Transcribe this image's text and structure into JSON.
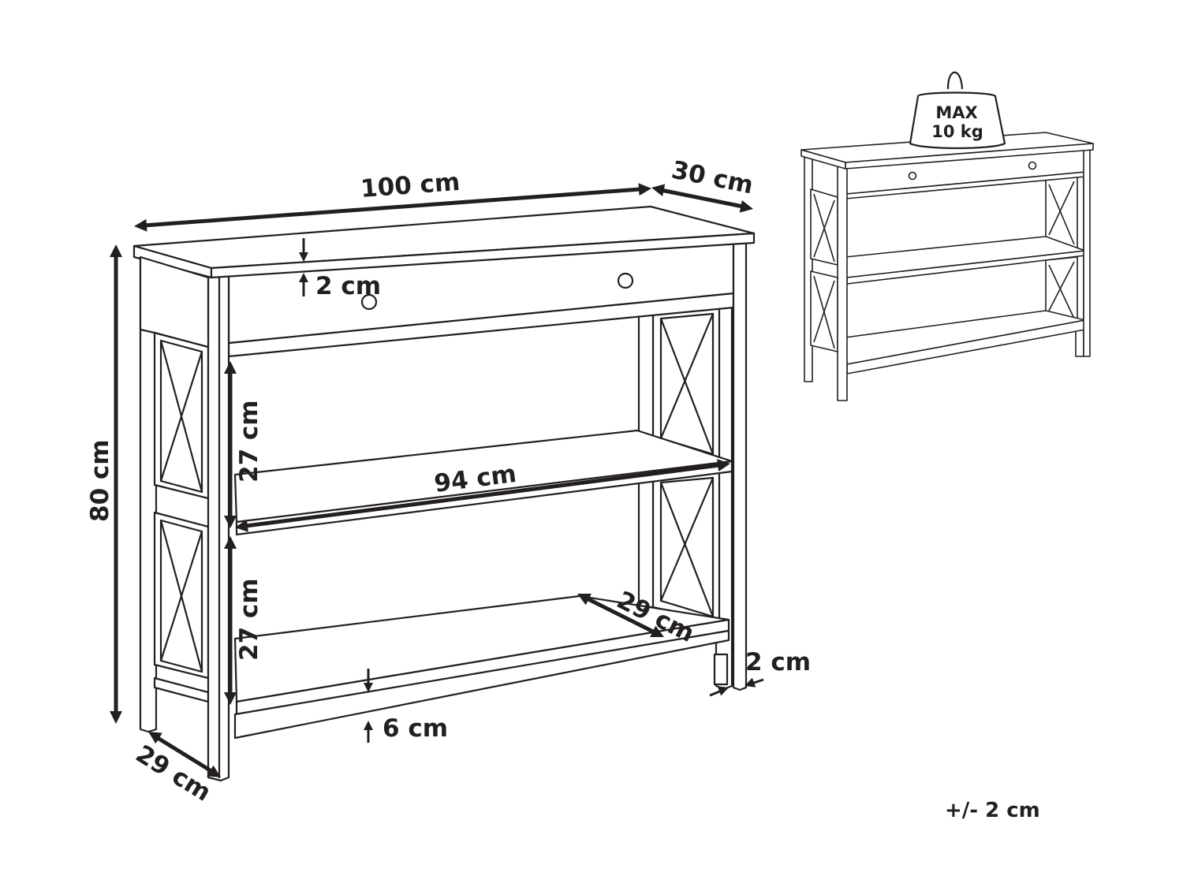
{
  "dimensions": {
    "width": "100 cm",
    "depth_top": "30 cm",
    "height": "80 cm",
    "top_thickness": "2 cm",
    "shelf_gap_upper": "27 cm",
    "shelf_gap_lower": "27 cm",
    "shelf_width": "94 cm",
    "shelf_depth": "29 cm",
    "base_depth": "29 cm",
    "leg_thickness": "2 cm",
    "bottom_clearance": "6 cm"
  },
  "weight_badge": {
    "line1": "MAX",
    "line2": "10 kg"
  },
  "tolerance": "+/- 2 cm"
}
